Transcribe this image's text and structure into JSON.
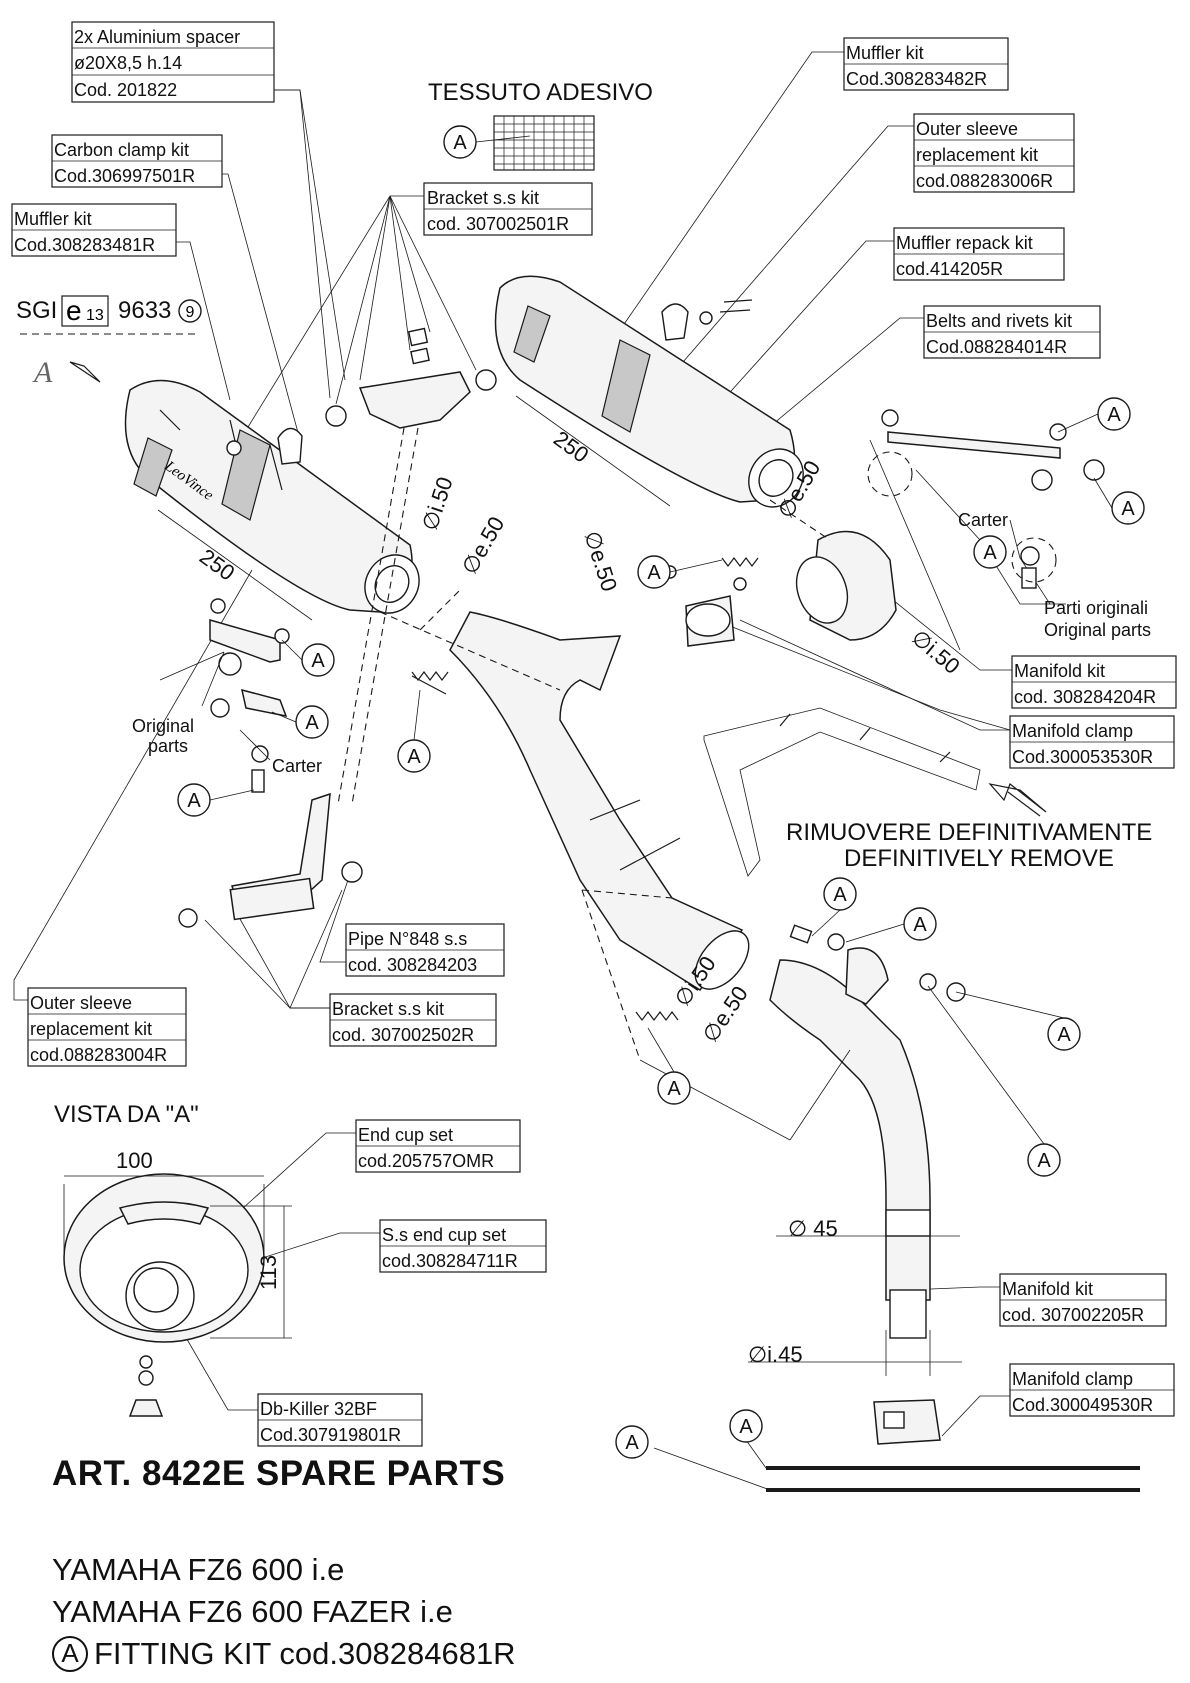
{
  "labels": {
    "spacer": [
      "2x Aluminium spacer",
      "ø20X8,5 h.14",
      "Cod. 201822"
    ],
    "carbon_clamp": [
      "Carbon clamp kit",
      "Cod.306997501R"
    ],
    "muffler_left": [
      "Muffler kit",
      "Cod.308283481R"
    ],
    "bracket_top": [
      "Bracket s.s kit",
      "cod. 307002501R"
    ],
    "muffler_right": [
      "Muffler kit",
      "Cod.308283482R"
    ],
    "outer_sleeve_right": [
      "Outer sleeve",
      "replacement kit",
      "cod.088283006R"
    ],
    "repack": [
      "Muffler repack kit",
      "cod.414205R"
    ],
    "belts": [
      "Belts and rivets kit",
      "Cod.088284014R"
    ],
    "manifold_kit_1": [
      "Manifold kit",
      "cod. 308284204R"
    ],
    "manifold_clamp_1": [
      "Manifold clamp",
      "Cod.300053530R"
    ],
    "pipe": [
      "Pipe N°848 s.s",
      "cod. 308284203"
    ],
    "bracket_bottom": [
      "Bracket s.s kit",
      "cod. 307002502R"
    ],
    "outer_sleeve_left": [
      "Outer sleeve",
      "replacement kit",
      "cod.088283004R"
    ],
    "end_cup": [
      "End cup set",
      "cod.205757OMR"
    ],
    "ss_end_cup": [
      "S.s end cup set",
      "cod.308284711R"
    ],
    "db_killer": [
      "Db-Killer 32BF",
      "Cod.307919801R"
    ],
    "manifold_kit_2": [
      "Manifold kit",
      "cod. 307002205R"
    ],
    "manifold_clamp_2": [
      "Manifold clamp",
      "Cod.300049530R"
    ]
  },
  "annotations": {
    "tessuto": "TESSUTO ADESIVO",
    "homologation_prefix": "SGI",
    "homologation_mark": "e",
    "homologation_country": "13",
    "homologation_number": "9633",
    "homologation_suffix": "9",
    "letter_a": "A",
    "carter": "Carter",
    "parti_originali": "Parti originali",
    "original_parts_en": "Original parts",
    "original": "Original",
    "parts": "parts",
    "rimuovere": "RIMUOVERE DEFINITIVAMENTE",
    "remove": "DEFINITIVELY  REMOVE",
    "vista": "VISTA DA \"A\""
  },
  "dimensions": {
    "len_left": "250",
    "len_right": "250",
    "di50_a": "∅i.50",
    "de50_a": "∅e.50",
    "de50_b": "∅e.50",
    "de50_c": "∅e.50",
    "di50_b": "∅i.50",
    "di50_c": "∅i.50",
    "de50_d": "∅e.50",
    "d45": "∅ 45",
    "di45": "∅i.45",
    "w100": "100",
    "h113": "113"
  },
  "footer": {
    "title": "ART. 8422E SPARE PARTS",
    "model_1": "YAMAHA FZ6 600 i.e",
    "model_2": "YAMAHA FZ6 600 FAZER i.e",
    "kit_letter": "A",
    "kit": "FITTING KIT cod.308284681R"
  }
}
